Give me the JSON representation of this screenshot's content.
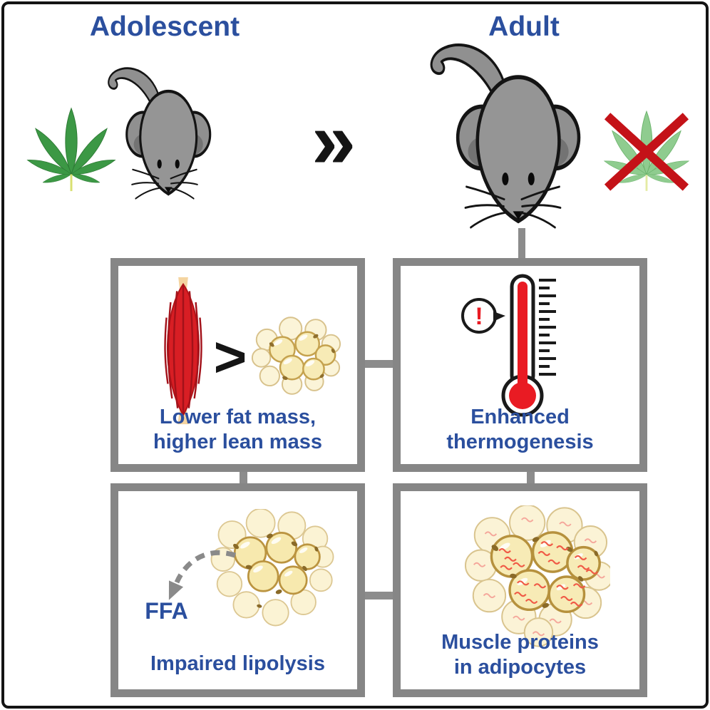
{
  "figure": {
    "stage_left": "Adolescent",
    "stage_right": "Adult",
    "progression_symbol": "»",
    "comparison_symbol": ">",
    "alert_symbol": "!"
  },
  "panels": {
    "top_left": {
      "caption": "Lower fat mass,\nhigher lean mass"
    },
    "top_right": {
      "caption": "Enhanced\nthermogenesis"
    },
    "bottom_left": {
      "caption": "Impaired lipolysis",
      "arrow_label": "FFA"
    },
    "bottom_right": {
      "caption": "Muscle proteins\nin adipocytes"
    }
  },
  "icons": {
    "left_leaf": "cannabis-leaf",
    "right_leaf": "cannabis-leaf-crossed-out",
    "left_mouse": "adolescent-mouse-top-view",
    "right_mouse": "adult-mouse-top-view",
    "muscle": "skeletal-muscle",
    "fat_small": "adipocyte-cluster-small",
    "fat_large": "adipocyte-cluster-large",
    "fat_proteins": "adipocyte-cluster-with-muscle-proteins",
    "thermometer": "thermometer-high",
    "alert": "exclamation-speech-bubble",
    "ffa_arrow": "dashed-release-arrow"
  },
  "colors": {
    "label_blue": "#2B4F9E",
    "panel_border_gray": "#868686",
    "connector_gray": "#8C8C8C",
    "leaf_green": "#3C9845",
    "leaf_green_light": "#8FCC8F",
    "cross_red": "#C41218",
    "muscle_red": "#D81E24",
    "thermometer_red": "#E91B23",
    "mouse_gray": "#959595",
    "adipocyte_fill": "#F7EBB6",
    "adipocyte_stroke": "#B6913D",
    "protein_squiggle_red": "#F05A46",
    "frame_black": "#141414"
  }
}
